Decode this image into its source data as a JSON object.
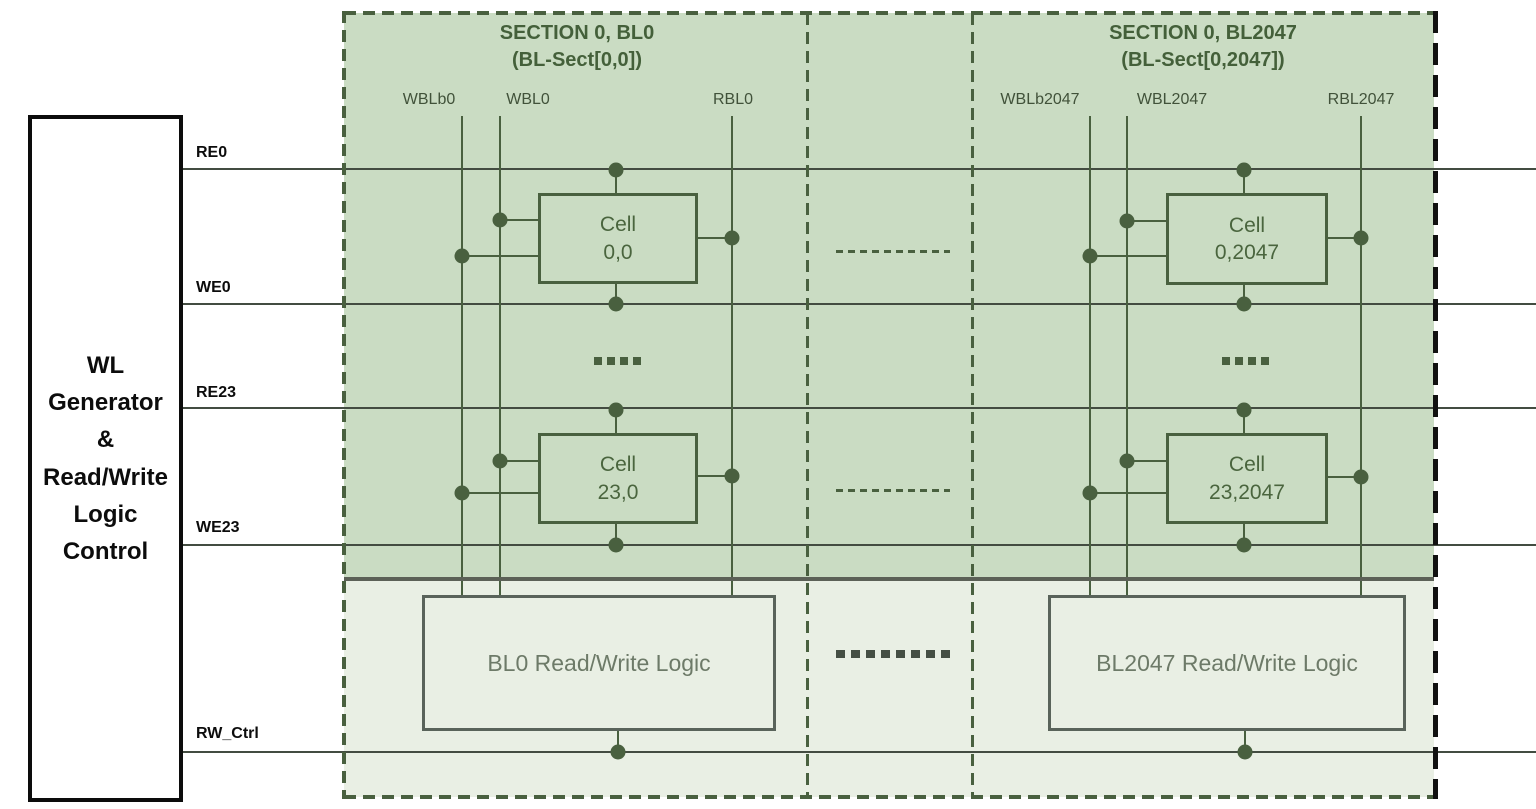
{
  "left_block": {
    "lines": [
      "WL",
      "Generator",
      "&",
      "Read/Write",
      "Logic Control"
    ]
  },
  "wires": {
    "re0": "RE0",
    "we0": "WE0",
    "re23": "RE23",
    "we23": "WE23",
    "rw_ctrl": "RW_Ctrl"
  },
  "sections": [
    {
      "title": "SECTION 0, BL0",
      "subtitle": "(BL-Sect[0,0])",
      "bitlines": {
        "wblb": "WBLb0",
        "wbl": "WBL0",
        "rbl": "RBL0"
      },
      "cells": [
        {
          "line1": "Cell",
          "line2": "0,0"
        },
        {
          "line1": "Cell",
          "line2": "23,0"
        }
      ],
      "rw_logic": "BL0 Read/Write Logic"
    },
    {
      "title": "SECTION 0, BL2047",
      "subtitle": "(BL-Sect[0,2047])",
      "bitlines": {
        "wblb": "WBLb2047",
        "wbl": "WBL2047",
        "rbl": "RBL2047"
      },
      "cells": [
        {
          "line1": "Cell",
          "line2": "0,2047"
        },
        {
          "line1": "Cell",
          "line2": "23,2047"
        }
      ],
      "rw_logic": "BL2047 Read/Write Logic"
    }
  ],
  "colors": {
    "cell_area_fill": "#cadcc3",
    "rw_area_fill": "#e9efe4",
    "dark_green": "#49603f",
    "wire": "#434c41",
    "heavy_dash": "#111111"
  }
}
